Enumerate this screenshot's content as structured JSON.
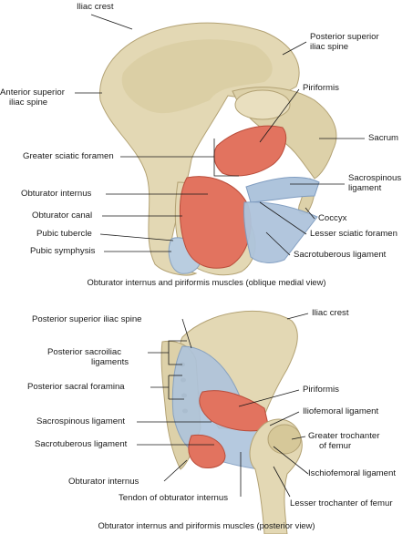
{
  "top_view": {
    "caption": "Obturator internus and piriformis muscles (oblique medial view)",
    "labels": {
      "iliac_crest": "Iliac crest",
      "psis_line1": "Posterior superior",
      "psis_line2": "iliac spine",
      "asis_line1": "Anterior superior",
      "asis_line2": "iliac spine",
      "piriformis": "Piriformis",
      "sacrum": "Sacrum",
      "greater_sciatic_foramen": "Greater sciatic foramen",
      "sacrospinous_line1": "Sacrospinous",
      "sacrospinous_line2": "ligament",
      "obturator_internus": "Obturator internus",
      "coccyx": "Coccyx",
      "obturator_canal": "Obturator canal",
      "lesser_sciatic_foramen": "Lesser sciatic foramen",
      "pubic_tubercle": "Pubic tubercle",
      "sacrotuberous_ligament": "Sacrotuberous ligament",
      "pubic_symphysis": "Pubic symphysis"
    }
  },
  "bottom_view": {
    "caption": "Obturator internus and piriformis muscles (posterior view)",
    "labels": {
      "psis": "Posterior superior iliac spine",
      "iliac_crest": "Iliac crest",
      "post_sacroiliac_line1": "Posterior sacroiliac",
      "post_sacroiliac_line2": "ligaments",
      "post_sacral_foramina": "Posterior sacral foramina",
      "piriformis": "Piriformis",
      "iliofemoral": "Iliofemoral ligament",
      "sacrospinous": "Sacrospinous ligament",
      "greater_trochanter_line1": "Greater trochanter",
      "greater_trochanter_line2": "of femur",
      "sacrotuberous": "Sacrotuberous ligament",
      "ischiofemoral": "Ischiofemoral ligament",
      "obturator_internus": "Obturator internus",
      "tendon_obturator": "Tendon of obturator internus",
      "lesser_trochanter": "Lesser trochanter of femur"
    }
  },
  "colors": {
    "bone": "#e3d8b4",
    "bone_shade": "#c7b88c",
    "muscle": "#e2735f",
    "ligament": "#aec4dc",
    "line": "#1a1a1a"
  }
}
